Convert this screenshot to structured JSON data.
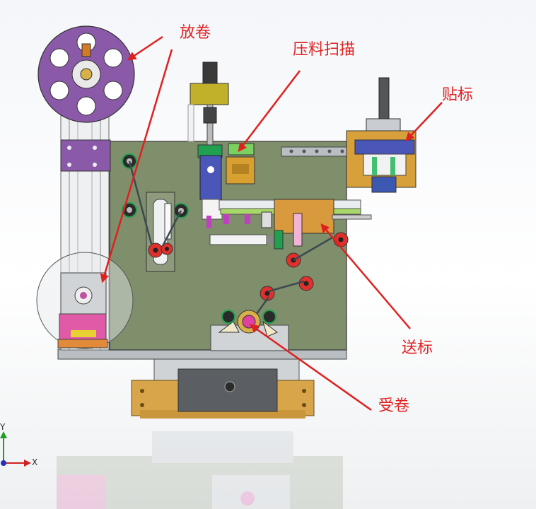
{
  "labels": {
    "unwind": "放卷",
    "press_scan": "压料扫描",
    "labeling": "贴标",
    "label_feed": "送标",
    "rewind": "受卷"
  },
  "axes": {
    "x": "X",
    "y": "Y"
  },
  "colors": {
    "callout": "#e02020",
    "plate": "#7f8f6c",
    "reel": "#8a5aa8",
    "roller": "#e0302c",
    "block_blue": "#4a56b8",
    "block_yellow": "#d8c028",
    "block_orange": "#d89a3c",
    "block_pink": "#e0409a",
    "base_wood": "#d9a54a"
  }
}
